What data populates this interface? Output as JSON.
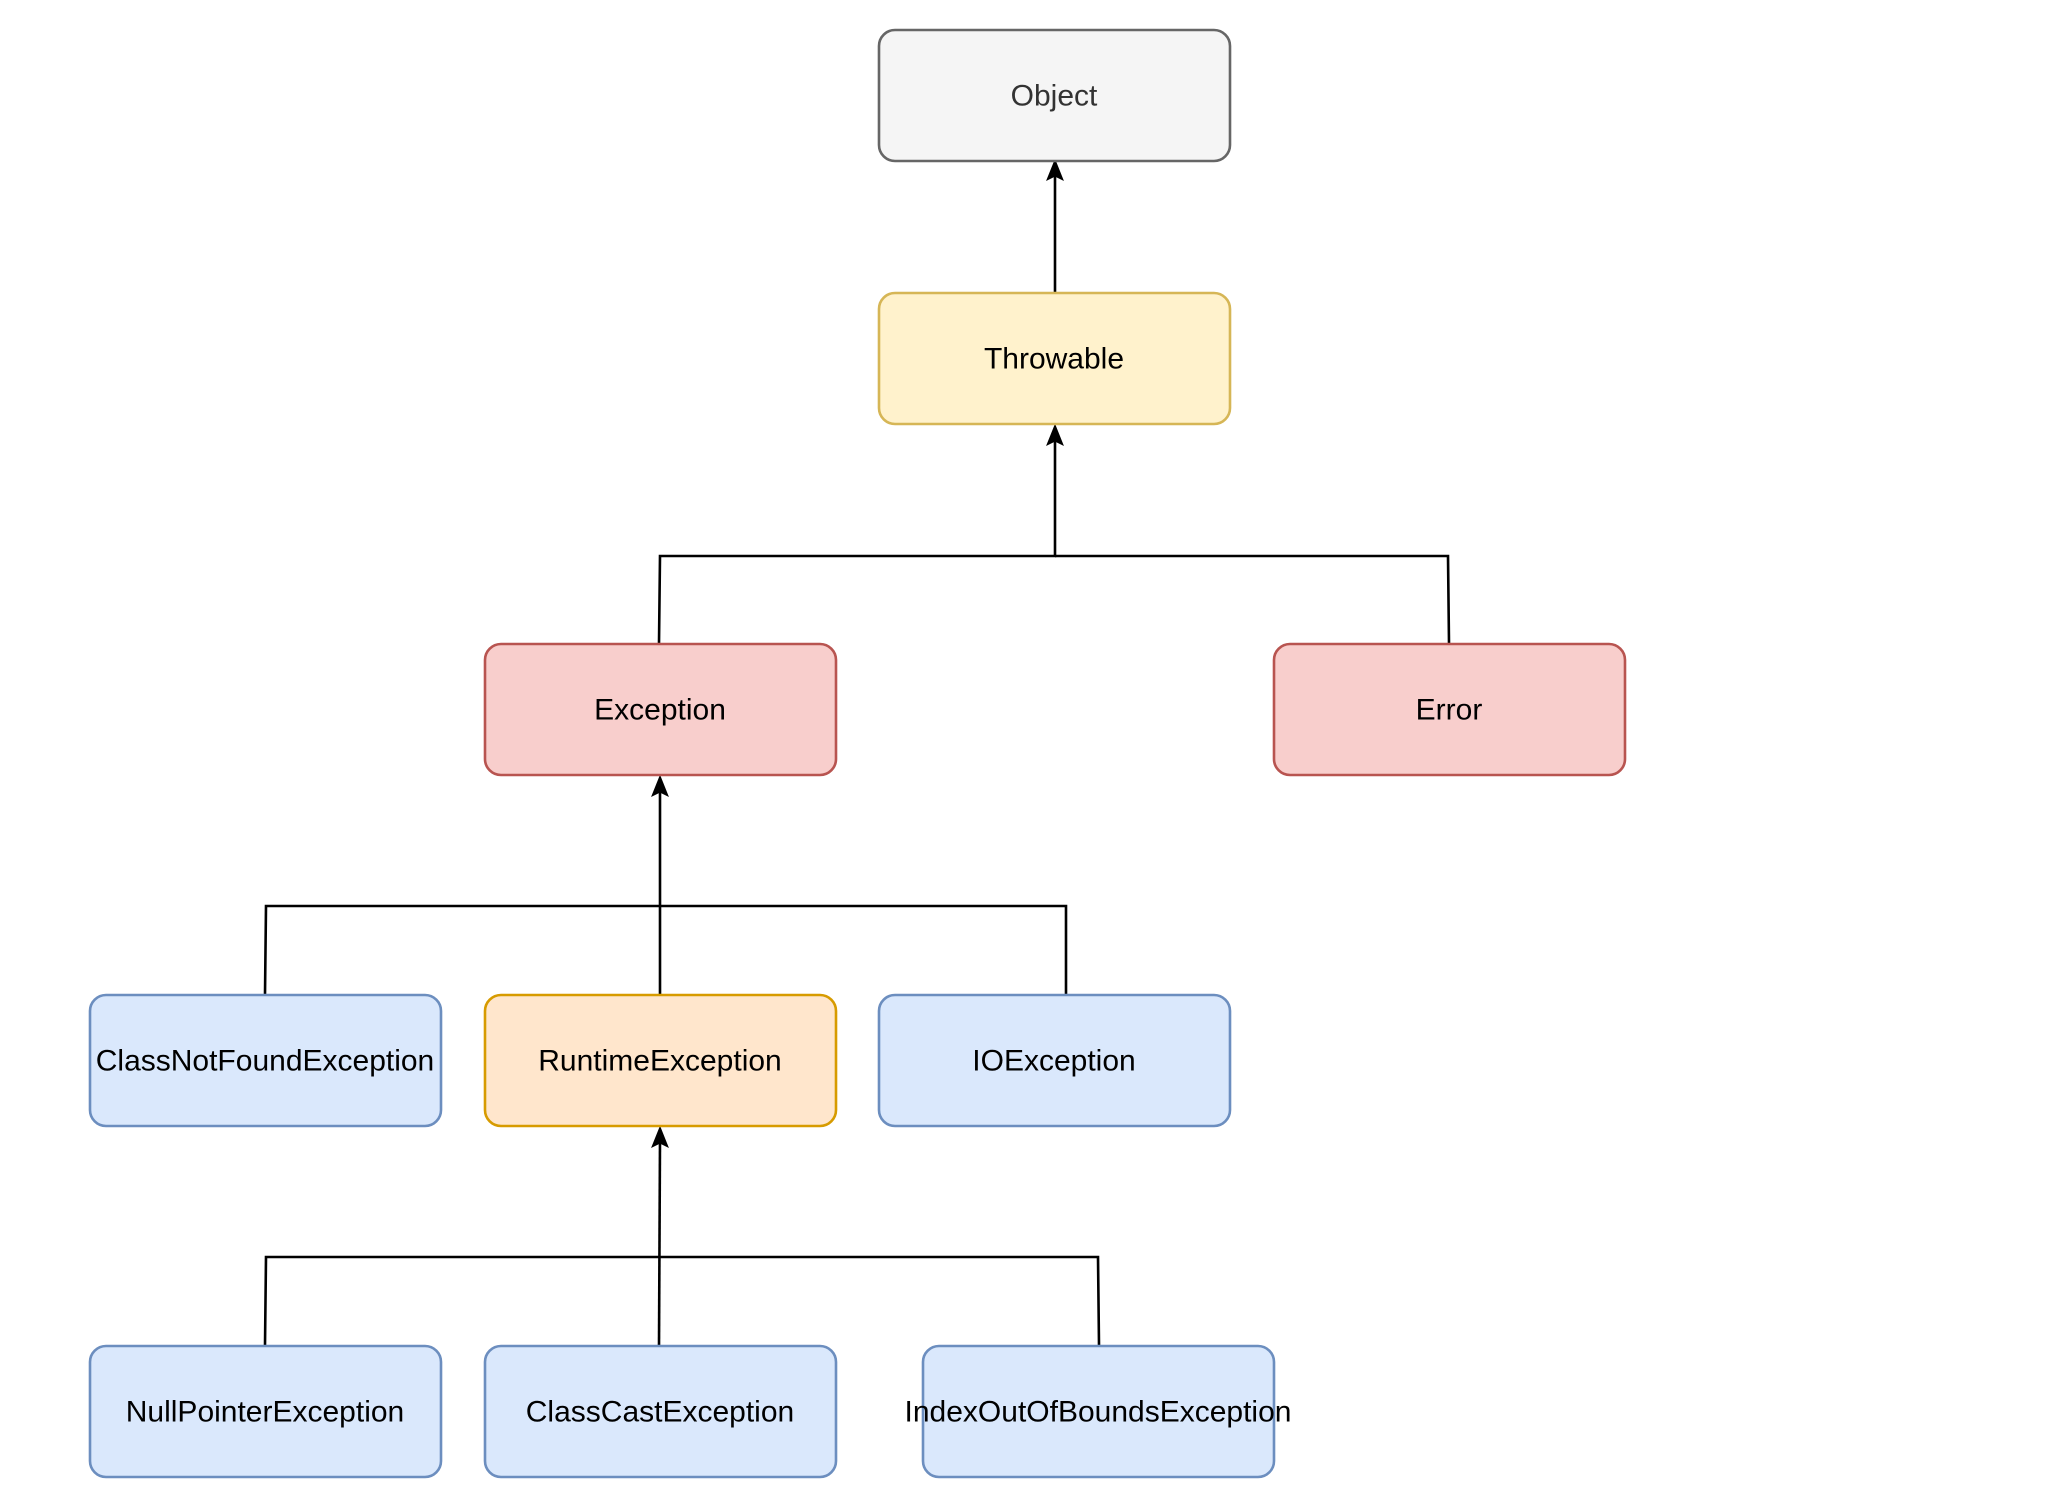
{
  "colors": {
    "object": {
      "fill": "#f5f5f5",
      "stroke": "#666666"
    },
    "throwable": {
      "fill": "#fff2cc",
      "stroke": "#d6b656"
    },
    "exception": {
      "fill": "#f8cecc",
      "stroke": "#b85450"
    },
    "error": {
      "fill": "#f8cecc",
      "stroke": "#b85450"
    },
    "runtime": {
      "fill": "#ffe6cc",
      "stroke": "#d79b00"
    },
    "blue": {
      "fill": "#dae8fc",
      "stroke": "#6c8ebf"
    },
    "edge": "#000000"
  },
  "nodes": {
    "object": {
      "label": "Object"
    },
    "throwable": {
      "label": "Throwable"
    },
    "exception": {
      "label": "Exception"
    },
    "error": {
      "label": "Error"
    },
    "class_not_found": {
      "label": "ClassNotFoundException"
    },
    "runtime": {
      "label": "RuntimeException"
    },
    "io": {
      "label": "IOException"
    },
    "null_pointer": {
      "label": "NullPointerException"
    },
    "class_cast": {
      "label": "ClassCastException"
    },
    "index_out_of_bounds": {
      "label": "IndexOutOfBoundsException"
    }
  },
  "edges": [
    {
      "from": "throwable",
      "to": "object"
    },
    {
      "from": "exception",
      "to": "throwable"
    },
    {
      "from": "error",
      "to": "throwable"
    },
    {
      "from": "class_not_found",
      "to": "exception"
    },
    {
      "from": "runtime",
      "to": "exception"
    },
    {
      "from": "io",
      "to": "exception"
    },
    {
      "from": "null_pointer",
      "to": "runtime"
    },
    {
      "from": "class_cast",
      "to": "runtime"
    },
    {
      "from": "index_out_of_bounds",
      "to": "runtime"
    }
  ]
}
